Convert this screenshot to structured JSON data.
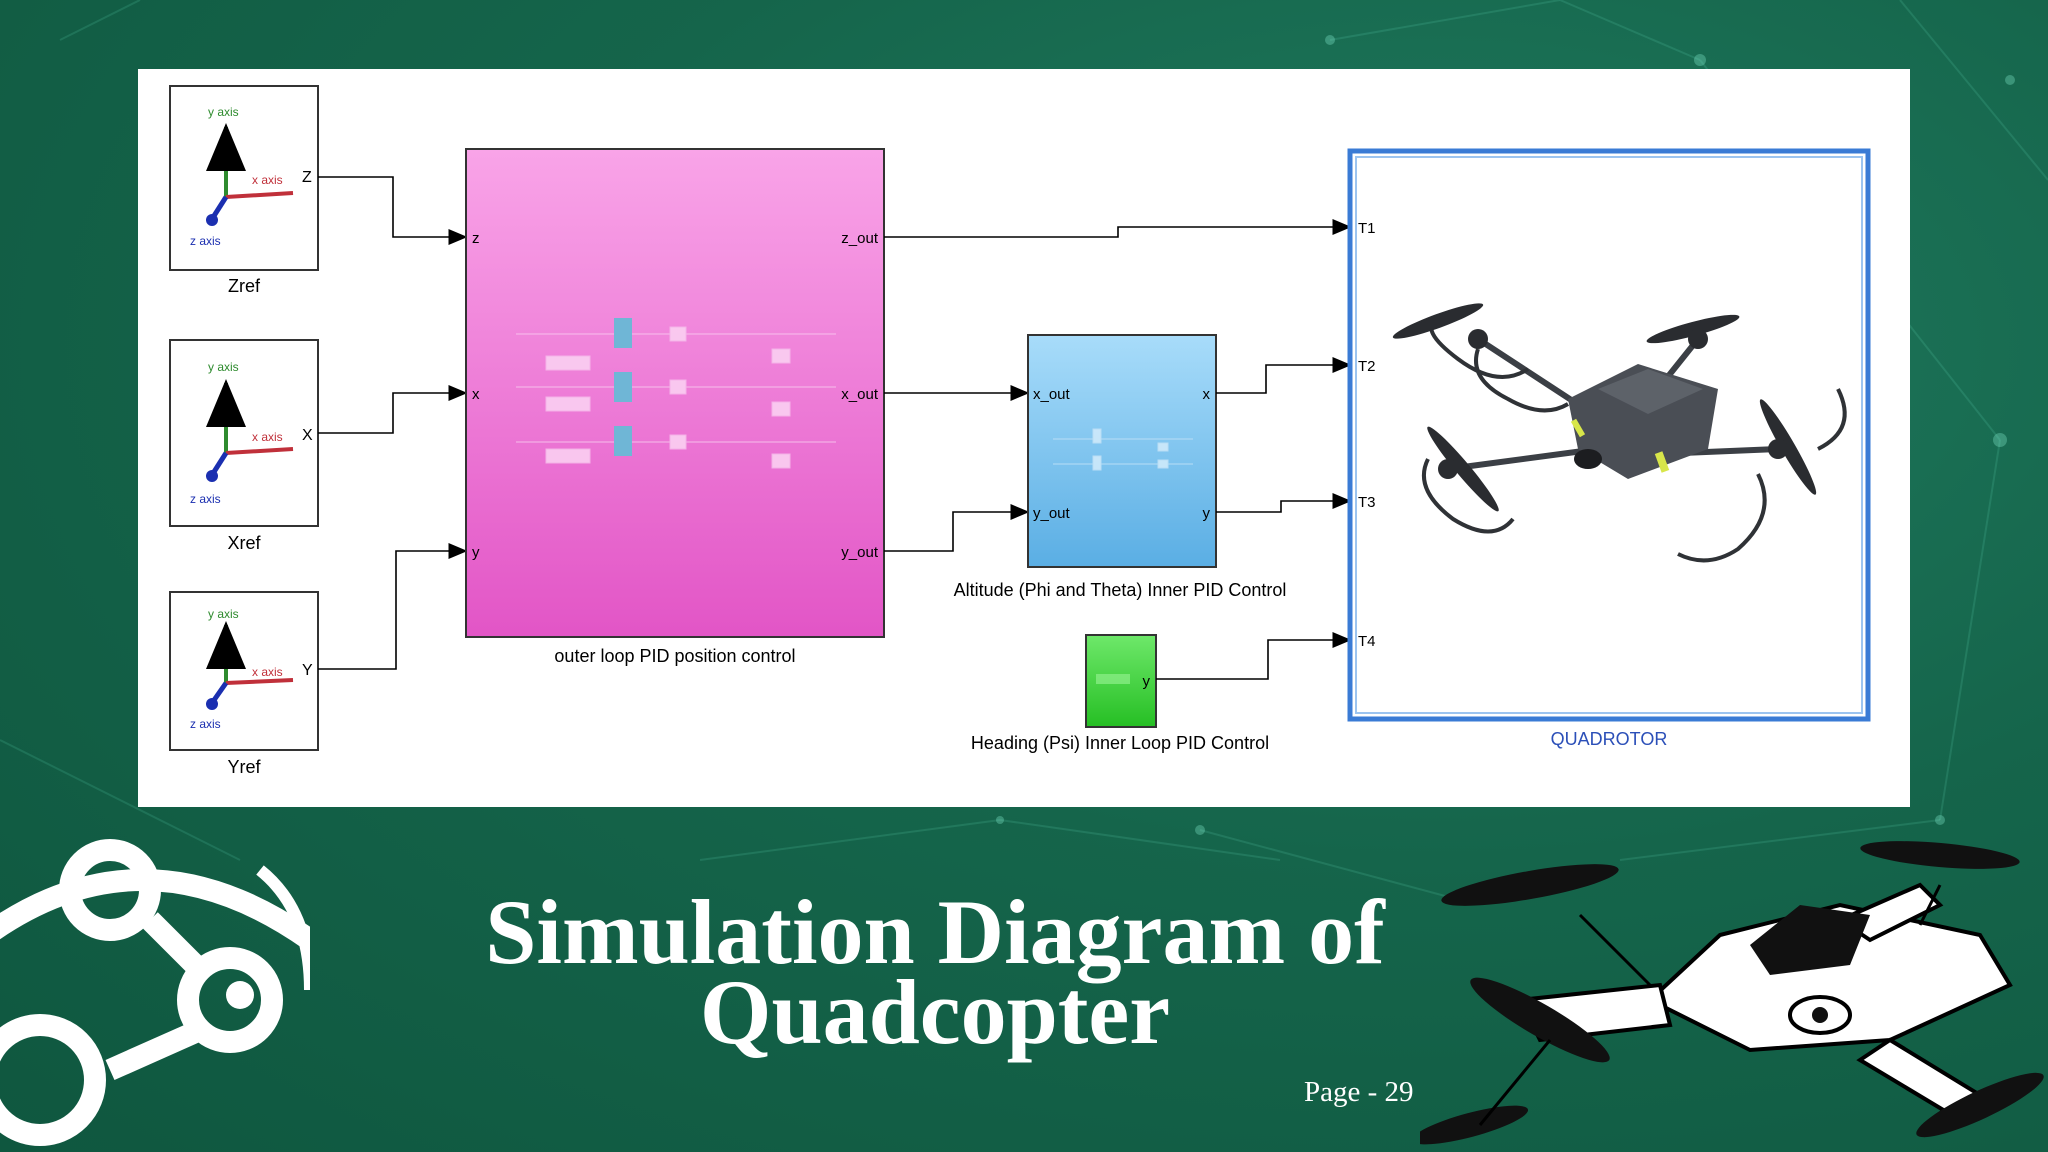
{
  "slide": {
    "title_line1": "Simulation Diagram of",
    "title_line2": "Quadcopter",
    "page_label": "Page - 29"
  },
  "colors": {
    "background": "#15654b",
    "outer_block": "#f06ad6",
    "inner_block": "#7ec4ef",
    "heading_block": "#3fd13c",
    "quadrotor_border": "#3a7bd5",
    "quadrotor_label": "#2b4fb8"
  },
  "diagram": {
    "sources": [
      {
        "name": "Zref",
        "port": "Z",
        "y_axis": "y axis",
        "x_axis": "x axis",
        "z_axis": "z axis"
      },
      {
        "name": "Xref",
        "port": "X",
        "y_axis": "y axis",
        "x_axis": "x axis",
        "z_axis": "z axis"
      },
      {
        "name": "Yref",
        "port": "Y",
        "y_axis": "y axis",
        "x_axis": "x axis",
        "z_axis": "z axis"
      }
    ],
    "outer_block": {
      "label": "outer loop PID position control",
      "inputs": [
        "z",
        "x",
        "y"
      ],
      "outputs": [
        "z_out",
        "x_out",
        "y_out"
      ]
    },
    "inner_block": {
      "label": "Altitude (Phi and Theta) Inner PID Control",
      "inputs": [
        "x_out",
        "y_out"
      ],
      "outputs": [
        "x",
        "y"
      ]
    },
    "heading_block": {
      "label": "Heading (Psi) Inner Loop PID Control",
      "output": "y"
    },
    "quadrotor": {
      "label": "QUADROTOR",
      "inputs": [
        "T1",
        "T2",
        "T3",
        "T4"
      ]
    }
  }
}
